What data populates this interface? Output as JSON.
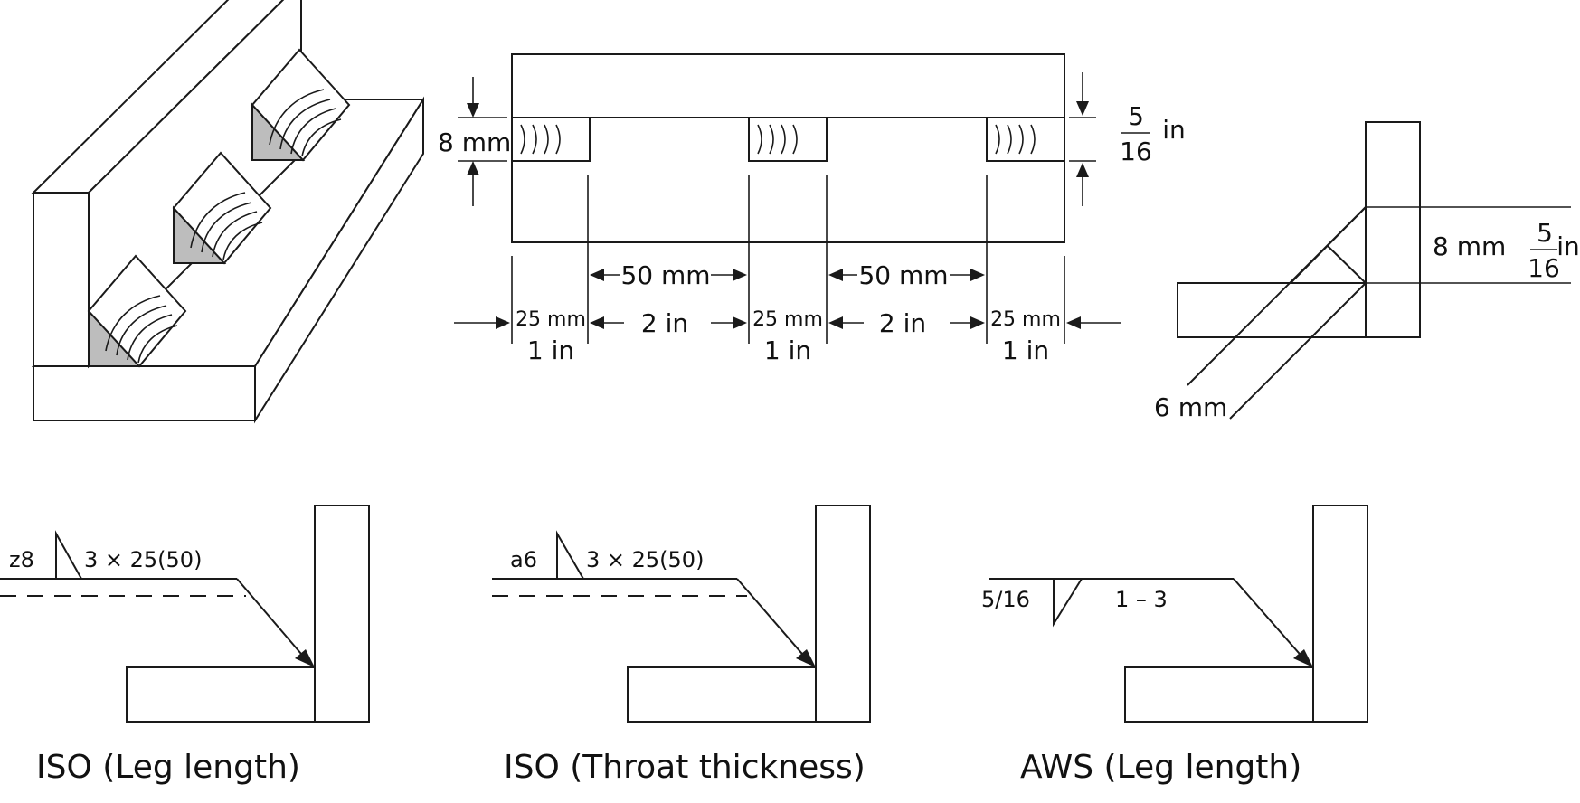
{
  "plan": {
    "height_mm": "8 mm",
    "height_in": {
      "num": "5",
      "den": "16",
      "unit": "in"
    },
    "gap_mm_1": "50 mm",
    "gap_mm_2": "50 mm",
    "gap_in_1": "2 in",
    "gap_in_2": "2 in",
    "seg_mm_1": "25 mm",
    "seg_mm_2": "25 mm",
    "seg_mm_3": "25 mm",
    "seg_in_1": "1 in",
    "seg_in_2": "1 in",
    "seg_in_3": "1 in"
  },
  "section": {
    "leg_mm": "8 mm",
    "leg_in": {
      "num": "5",
      "den": "16",
      "unit": "in"
    },
    "throat_mm": "6 mm"
  },
  "symbols": [
    {
      "prefix": "z8",
      "spec": "3 × 25(50)",
      "caption": "ISO (Leg length)"
    },
    {
      "prefix": "a6",
      "spec": "3 × 25(50)",
      "caption": "ISO (Throat thickness)"
    },
    {
      "prefix": "5/16",
      "spec": "1 – 3",
      "caption": "AWS (Leg length)"
    }
  ]
}
